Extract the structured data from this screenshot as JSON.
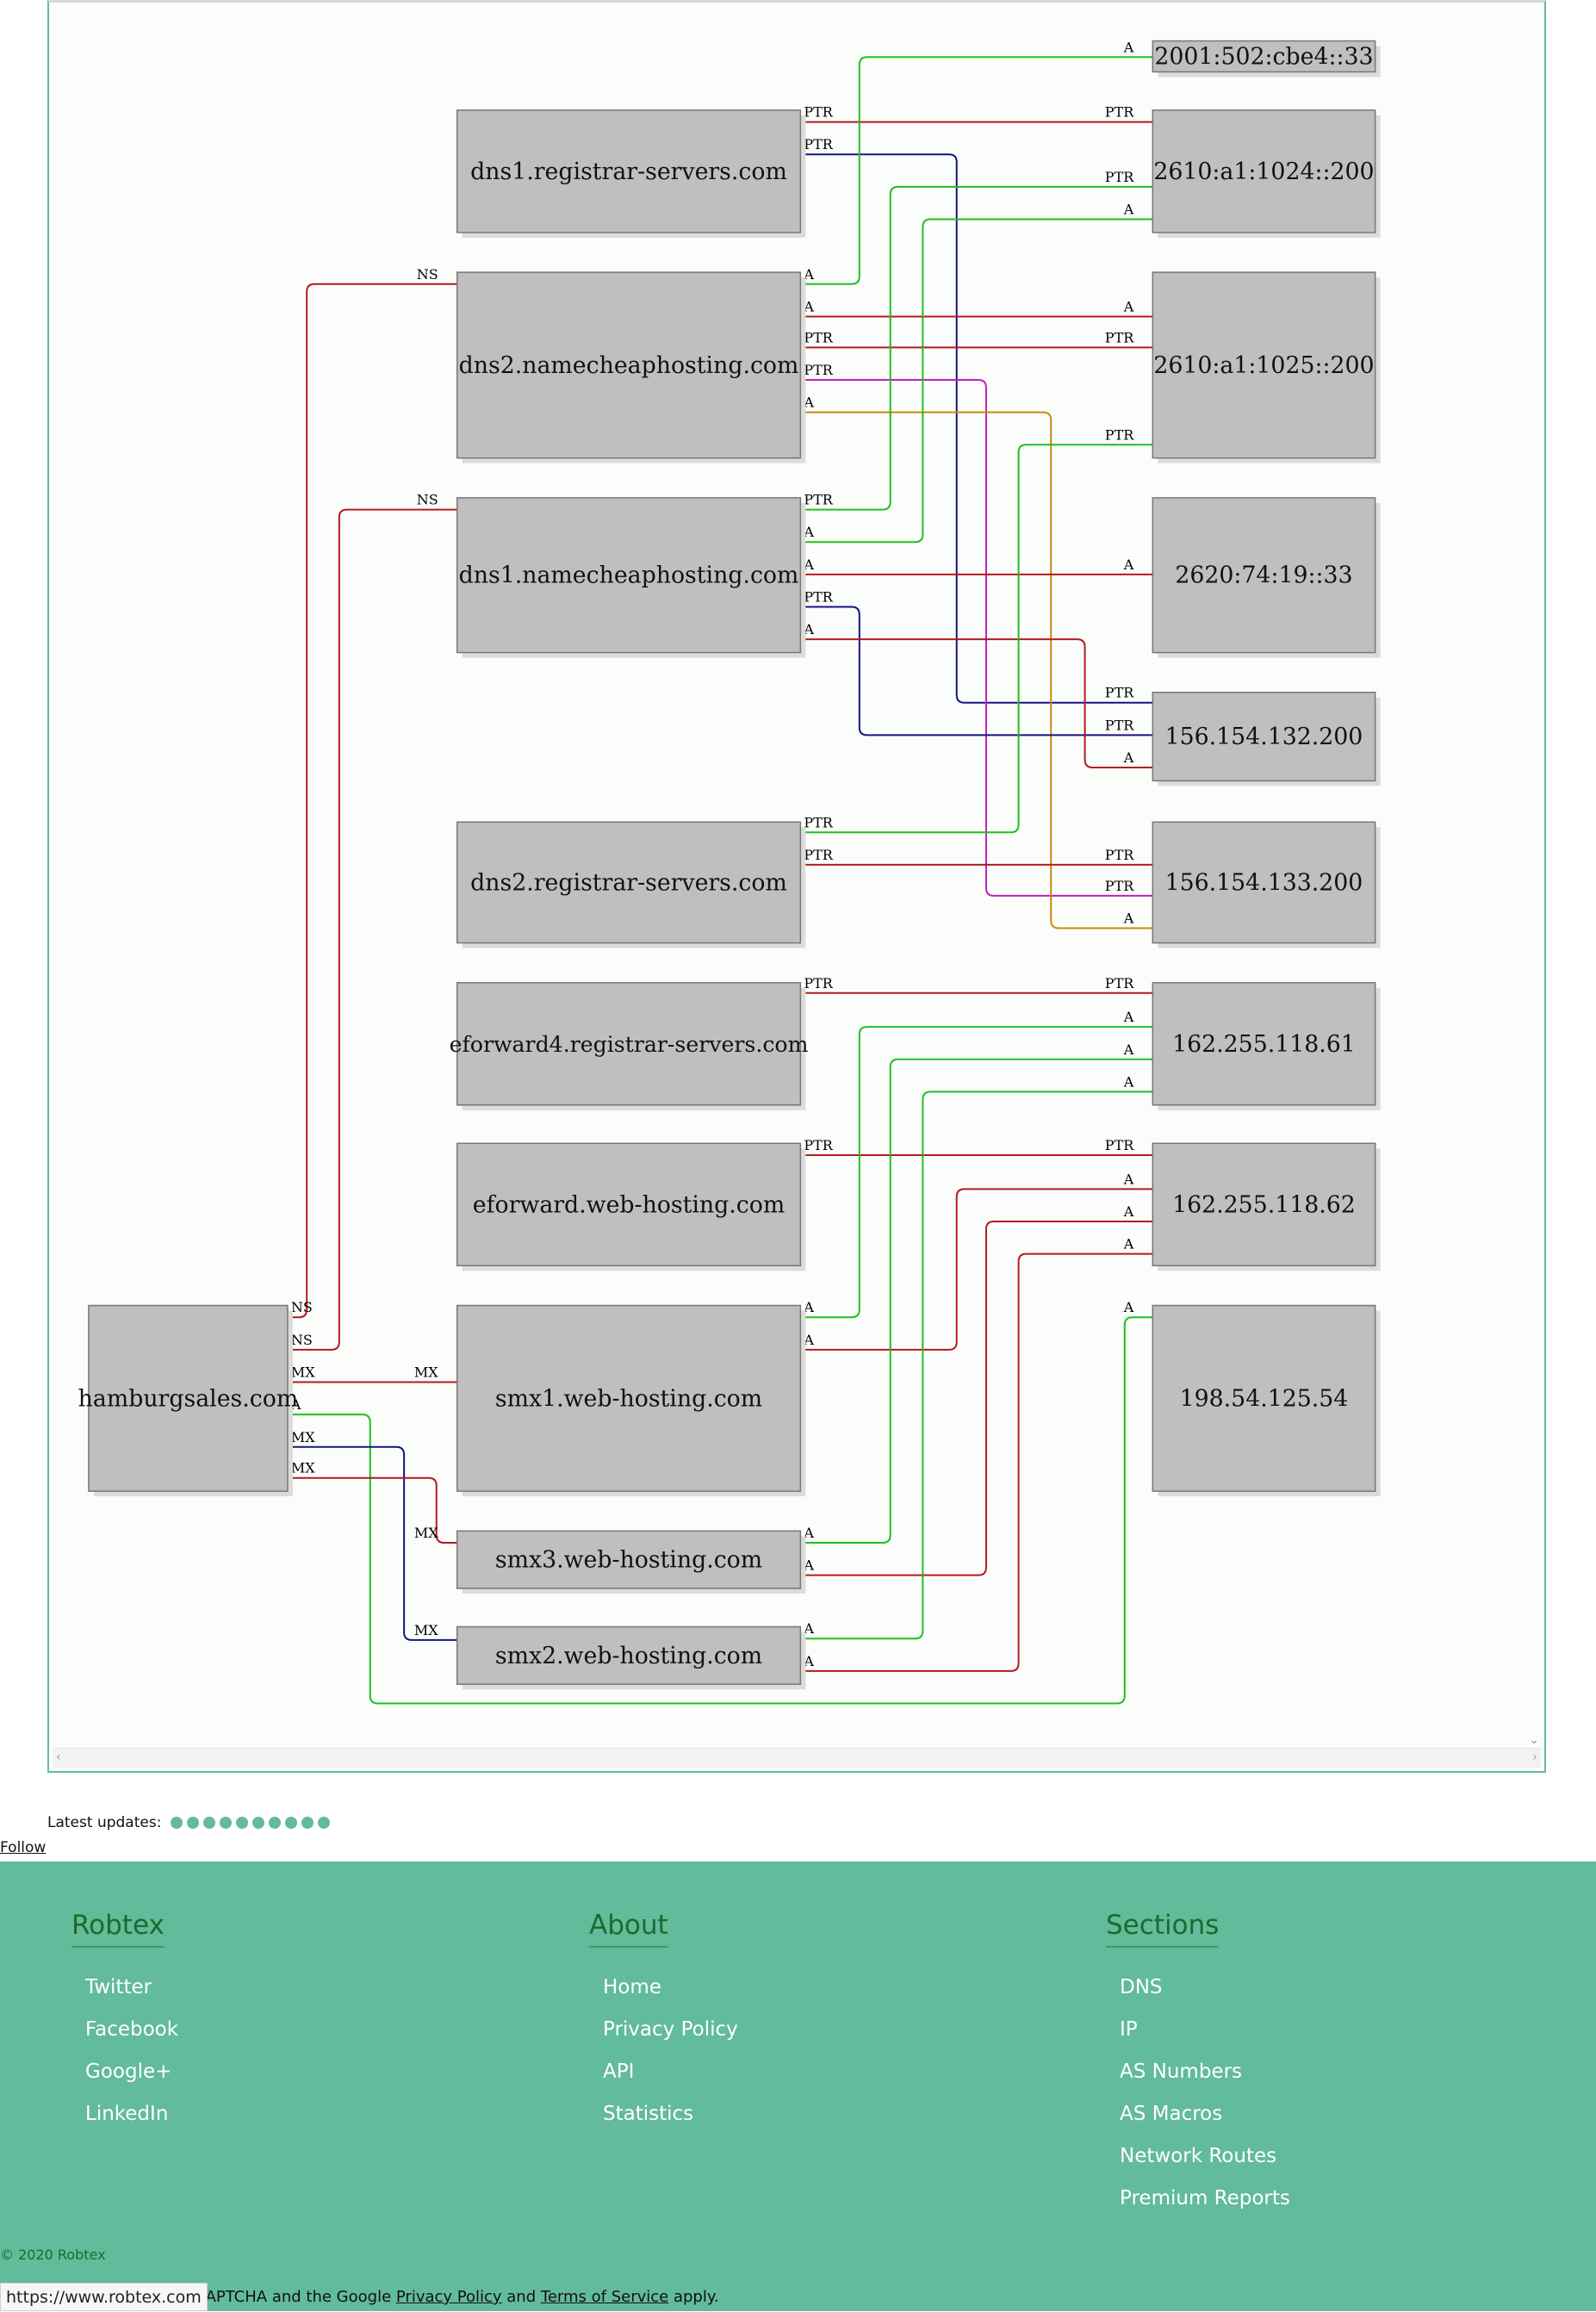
{
  "graph": {
    "nodes": [
      {
        "id": "n_ipv6_33",
        "label": "2001:502:cbe4::33"
      },
      {
        "id": "n_dns1rs",
        "label": "dns1.registrar-servers.com"
      },
      {
        "id": "n_ip_1024",
        "label": "2610:a1:1024::200"
      },
      {
        "id": "n_dns2nc",
        "label": "dns2.namecheaphosting.com"
      },
      {
        "id": "n_ip_1025",
        "label": "2610:a1:1025::200"
      },
      {
        "id": "n_dns1nc",
        "label": "dns1.namecheaphosting.com"
      },
      {
        "id": "n_ip_2620",
        "label": "2620:74:19::33"
      },
      {
        "id": "n_ip_132",
        "label": "156.154.132.200"
      },
      {
        "id": "n_dns2rs",
        "label": "dns2.registrar-servers.com"
      },
      {
        "id": "n_ip_133",
        "label": "156.154.133.200"
      },
      {
        "id": "n_eforward4",
        "label": "eforward4.registrar-servers.com"
      },
      {
        "id": "n_ip_61",
        "label": "162.255.118.61"
      },
      {
        "id": "n_eforward",
        "label": "eforward.web-hosting.com"
      },
      {
        "id": "n_ip_62",
        "label": "162.255.118.62"
      },
      {
        "id": "n_hamburg",
        "label": "hamburgsales.com"
      },
      {
        "id": "n_smx1",
        "label": "smx1.web-hosting.com"
      },
      {
        "id": "n_ip_198",
        "label": "198.54.125.54"
      },
      {
        "id": "n_smx3",
        "label": "smx3.web-hosting.com"
      },
      {
        "id": "n_smx2",
        "label": "smx2.web-hosting.com"
      }
    ],
    "edge_labels": [
      "A",
      "PTR",
      "NS",
      "MX"
    ],
    "colors": {
      "red": "#b31b1b",
      "green": "#1fbf1f",
      "blue": "#15157f",
      "magenta": "#c020b8",
      "orange": "#c98a0a",
      "node_fill": "#c0bec0"
    }
  },
  "updates": {
    "label": "Latest updates:",
    "dot_count": 10
  },
  "follow": "Follow",
  "footer": {
    "columns": [
      {
        "title": "Robtex",
        "links": [
          "Twitter",
          "Facebook",
          "Google+",
          "LinkedIn"
        ]
      },
      {
        "title": "About",
        "links": [
          "Home",
          "Privacy Policy",
          "API",
          "Statistics"
        ]
      },
      {
        "title": "Sections",
        "links": [
          "DNS",
          "IP",
          "AS Numbers",
          "AS Macros",
          "Network Routes",
          "Premium Reports"
        ]
      }
    ],
    "copyright": "© 2020 Robtex"
  },
  "statusbar": {
    "url": "https://www.robtex.com"
  },
  "recaptcha": {
    "prefix": "CAPTCHA and the Google",
    "privacy": "Privacy Policy",
    "and": "and",
    "terms": "Terms of Service",
    "suffix": "apply."
  }
}
